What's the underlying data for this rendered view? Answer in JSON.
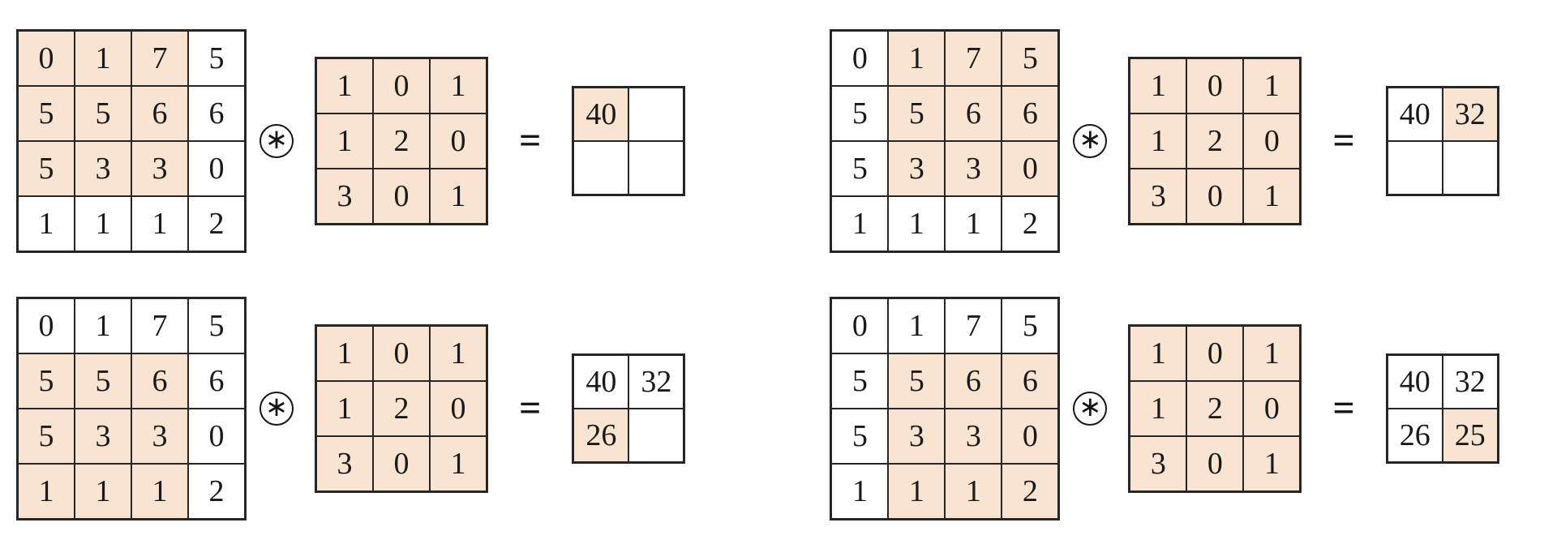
{
  "colors": {
    "highlight": "#f8e4d1",
    "grid_line": "#262626",
    "background": "#ffffff"
  },
  "symbols": {
    "operator": "∗",
    "operator_name": "circled-asterisk-convolution",
    "equals": "="
  },
  "input_values": [
    [
      "0",
      "1",
      "7",
      "5"
    ],
    [
      "5",
      "5",
      "6",
      "6"
    ],
    [
      "5",
      "3",
      "3",
      "0"
    ],
    [
      "1",
      "1",
      "1",
      "2"
    ]
  ],
  "kernel_values": [
    [
      "1",
      "0",
      "1"
    ],
    [
      "1",
      "2",
      "0"
    ],
    [
      "3",
      "0",
      "1"
    ]
  ],
  "kernel_highlight": [
    [
      1,
      1,
      1
    ],
    [
      1,
      1,
      1
    ],
    [
      1,
      1,
      1
    ]
  ],
  "panels": [
    {
      "name": "convolution-step-1",
      "input": {
        "values_ref": "input_values",
        "highlight": [
          [
            1,
            1,
            1,
            0
          ],
          [
            1,
            1,
            1,
            0
          ],
          [
            1,
            1,
            1,
            0
          ],
          [
            0,
            0,
            0,
            0
          ]
        ]
      },
      "output": {
        "values": [
          [
            "40",
            ""
          ],
          [
            "",
            ""
          ]
        ],
        "highlight": [
          [
            1,
            0
          ],
          [
            0,
            0
          ]
        ]
      }
    },
    {
      "name": "convolution-step-2",
      "input": {
        "values_ref": "input_values",
        "highlight": [
          [
            0,
            1,
            1,
            1
          ],
          [
            0,
            1,
            1,
            1
          ],
          [
            0,
            1,
            1,
            1
          ],
          [
            0,
            0,
            0,
            0
          ]
        ]
      },
      "output": {
        "values": [
          [
            "40",
            "32"
          ],
          [
            "",
            ""
          ]
        ],
        "highlight": [
          [
            0,
            1
          ],
          [
            0,
            0
          ]
        ]
      }
    },
    {
      "name": "convolution-step-3",
      "input": {
        "values_ref": "input_values",
        "highlight": [
          [
            0,
            0,
            0,
            0
          ],
          [
            1,
            1,
            1,
            0
          ],
          [
            1,
            1,
            1,
            0
          ],
          [
            1,
            1,
            1,
            0
          ]
        ]
      },
      "output": {
        "values": [
          [
            "40",
            "32"
          ],
          [
            "26",
            ""
          ]
        ],
        "highlight": [
          [
            0,
            0
          ],
          [
            1,
            0
          ]
        ]
      }
    },
    {
      "name": "convolution-step-4",
      "input": {
        "values_ref": "input_values",
        "highlight": [
          [
            0,
            0,
            0,
            0
          ],
          [
            0,
            1,
            1,
            1
          ],
          [
            0,
            1,
            1,
            1
          ],
          [
            0,
            1,
            1,
            1
          ]
        ]
      },
      "output": {
        "values": [
          [
            "40",
            "32"
          ],
          [
            "26",
            "25"
          ]
        ],
        "highlight": [
          [
            0,
            0
          ],
          [
            0,
            1
          ]
        ]
      }
    }
  ]
}
